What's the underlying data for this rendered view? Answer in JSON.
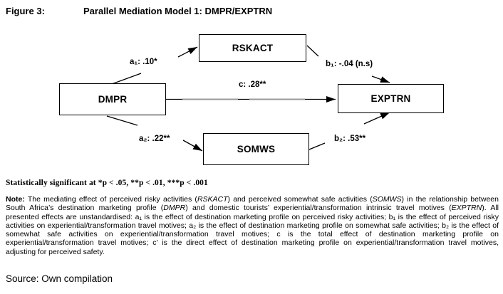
{
  "figure": {
    "label": "Figure 3:",
    "title": "Parallel Mediation Model 1: DMPR/EXPTRN"
  },
  "diagram": {
    "boxes": {
      "dmpr": {
        "label": "DMPR"
      },
      "rskact": {
        "label": "RSKACT"
      },
      "somws": {
        "label": "SOMWS"
      },
      "exptrn": {
        "label": "EXPTRN"
      }
    },
    "path_labels": {
      "a1": {
        "text": "a₁: .10*"
      },
      "b1": {
        "text": "b₁: -.04 (n.s)"
      },
      "c": {
        "text": "c: .28**"
      },
      "a2": {
        "text": "a₂: .22**"
      },
      "b2": {
        "text": "b₂: .53**"
      }
    }
  },
  "significance_note": "Statistically significant at *p < .05, **p < .01, ***p < .001",
  "note": {
    "segments": [
      {
        "t": "Note:",
        "b": true
      },
      {
        "t": " The mediating effect of perceived risky activities ("
      },
      {
        "t": "RSKACT",
        "i": true
      },
      {
        "t": ") and perceived somewhat safe activities ("
      },
      {
        "t": "SOMWS",
        "i": true
      },
      {
        "t": ") in the relationship between South Africa’s destination marketing profile ("
      },
      {
        "t": "DMPR",
        "i": true
      },
      {
        "t": ") and domestic tourists’ experiential/transformation intrinsic travel motives ("
      },
      {
        "t": "EXPTRN",
        "i": true
      },
      {
        "t": "). All presented effects are unstandardised: a₁ is the effect of destination marketing profile on perceived risky activities; b₁ is the effect of perceived risky activities on experiential/transformation travel motives; a₂ is the effect of destination marketing profile on somewhat safe activities; b₂ is the effect of somewhat safe activities on experiential/transformation travel motives; c is the total effect of destination marketing profile on experiential/transformation travel motives; c’ is the direct effect of destination marketing profile on experiential/transformation travel motives, adjusting for perceived safety."
      }
    ]
  },
  "source": "Source: Own compilation",
  "colors": {
    "background": "#ffffff",
    "line": "#000000",
    "line_gray": "#9a9a9a",
    "text": "#000000"
  }
}
